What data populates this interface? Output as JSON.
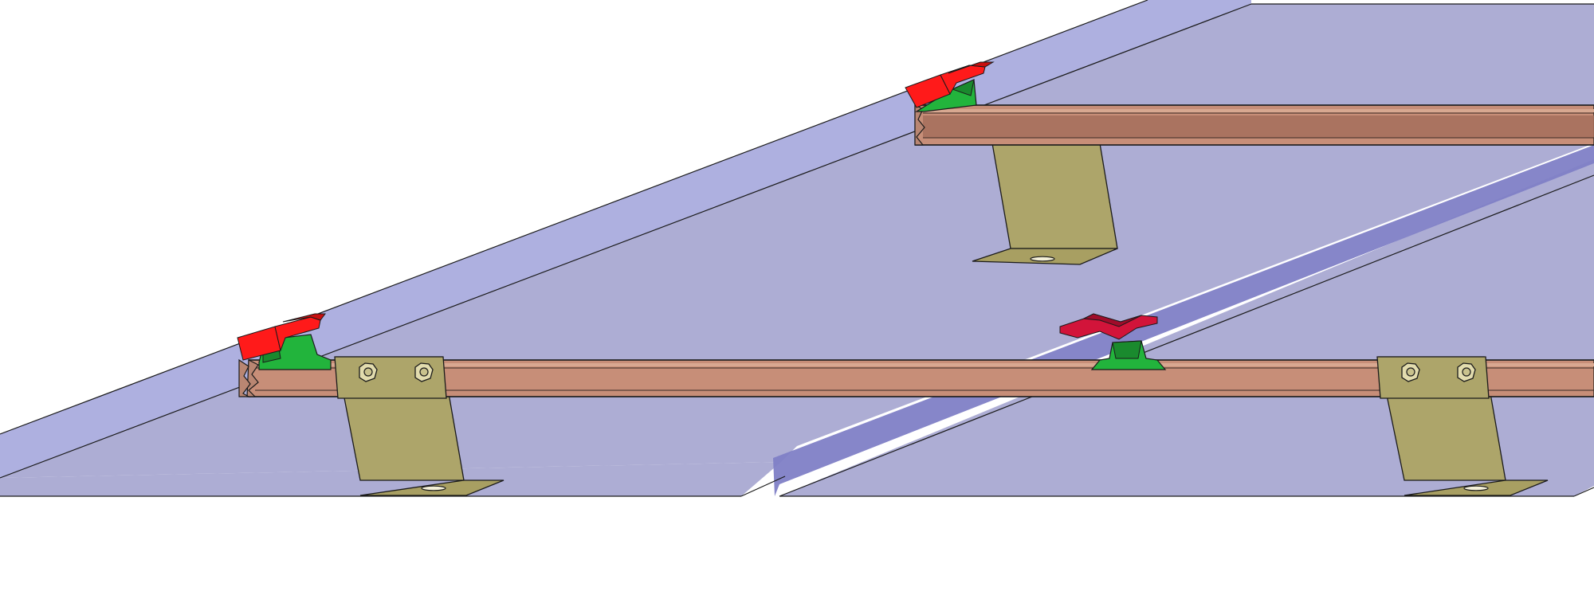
{
  "scene": {
    "colors": {
      "background": "#ffffff",
      "panel_face": "#adadd4",
      "panel_edge": "#aeb0e0",
      "panel_shadow": "#7f7fc6",
      "rail": "#c78e78",
      "rail_dark": "#a56f5c",
      "bracket": "#ada56a",
      "clamp_red": "#ff1a1a",
      "clamp_crimson": "#d2143a",
      "clamp_green": "#22b43c",
      "bolt": "#e2dcae",
      "outline": "#1a1a1a"
    },
    "components": {
      "panels": [
        "panel-upper",
        "panel-lower-left",
        "panel-lower-right"
      ],
      "rails": [
        "rail-upper",
        "rail-lower"
      ],
      "brackets": [
        "bracket-upper",
        "bracket-lower-left",
        "bracket-lower-right"
      ],
      "clamps": [
        "end-clamp-upper",
        "end-clamp-lower",
        "mid-clamp"
      ],
      "bolt_icons": [
        "bolt-icon",
        "bolt-icon",
        "bolt-icon",
        "bolt-icon"
      ]
    }
  }
}
